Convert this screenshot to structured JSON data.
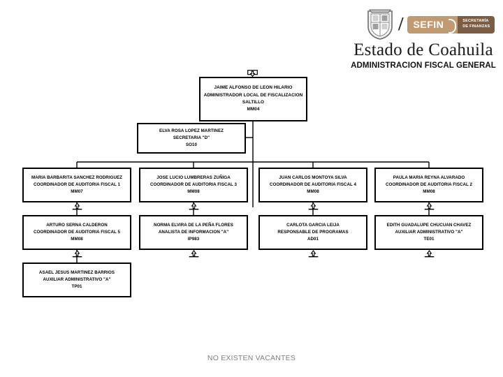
{
  "header": {
    "emblem_icon": "coahuila-coat-of-arms-icon",
    "separator": "/",
    "brand_short": "SEFIN",
    "brand_sub_line1": "SECRETARÍA",
    "brand_sub_line2": "DE FINANZAS",
    "state_title": "Estado de Coahuila",
    "department": "ADMINISTRACION FISCAL GENERAL",
    "colors": {
      "sefin_light": "#c29a72",
      "sefin_dark": "#7c5c42",
      "text": "#111111"
    }
  },
  "chart_data": {
    "type": "org-chart",
    "title": "ADMINISTRACION FISCAL GENERAL",
    "footer_note": "NO EXISTEN VACANTES",
    "nodes": [
      {
        "id": "n1",
        "level": 1,
        "name": "JAIME ALFONSO DE LEON HILARIO",
        "position": "ADMINISTRADOR LOCAL DE FISCALIZACION",
        "location": "SALTILLO",
        "code": "MM04"
      },
      {
        "id": "n2",
        "level": 2,
        "name": "ELVA ROSA LOPEZ MARTINEZ",
        "position": "SECRETARIA \"D\"",
        "code": "SO10"
      },
      {
        "id": "n3",
        "level": 3,
        "name": "MARIA BARBARITA SANCHEZ RODRIGUEZ",
        "position": "COORDINADOR DE AUDITORIA FISCAL 1",
        "code": "MM07"
      },
      {
        "id": "n4",
        "level": 3,
        "name": "JOSE LUCIO LUMBRERAS ZUÑIGA",
        "position": "COORDINADOR DE AUDITORIA FISCAL 3",
        "code": "MM08"
      },
      {
        "id": "n5",
        "level": 3,
        "name": "JUAN CARLOS MONTOYA SILVA",
        "position": "COORDINADOR DE AUDITORIA FISCAL 4",
        "code": "MM08"
      },
      {
        "id": "n6",
        "level": 3,
        "name": "PAULA MARIA REYNA ALVARADO",
        "position": "COORDINADOR DE AUDITORIA FISCAL 2",
        "code": "MM08"
      },
      {
        "id": "n7",
        "level": 4,
        "name": "ARTURO SERNA CALDERON",
        "position": "COORDINADOR DE AUDITORIA FISCAL 5",
        "code": "MM08"
      },
      {
        "id": "n8",
        "level": 4,
        "name": "NORMA ELVIRA DE LA PEÑA FLORES",
        "position": "ANALISTA DE INFORMACION \"A\"",
        "code": "IP983"
      },
      {
        "id": "n9",
        "level": 4,
        "name": "CARLOTA GARCIA LEIJA",
        "position": "RESPONSABLE DE PROGRAMAS",
        "code": "AD01"
      },
      {
        "id": "n10",
        "level": 4,
        "name": "EDITH GUADALUPE CHUCUAN CHAVEZ",
        "position": "AUXILIAR ADMINISTRATIVO \"A\"",
        "code": "TE01"
      },
      {
        "id": "n11",
        "level": 5,
        "name": "ASAEL JESUS MARTINEZ BARRIOS",
        "position": "AUXILIAR ADMINISTRATIVO \"A\"",
        "code": "TP01"
      }
    ]
  }
}
